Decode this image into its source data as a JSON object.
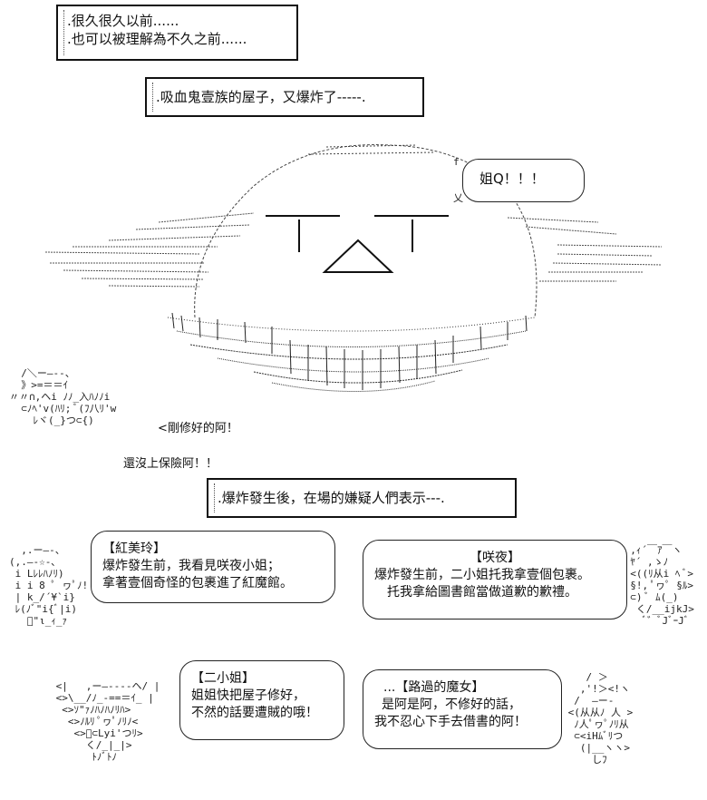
{
  "narration": {
    "intro_line1": ".很久很久以前......",
    "intro_line2": ".也可以被理解為不久之前......",
    "explosion": ".吸血鬼壹族的屋子，又爆炸了-----.",
    "aftermath": ".爆炸發生後，在場的嫌疑人們表示---."
  },
  "mansion": {
    "shout": "姐Q！！！",
    "shout_tail_top": "f",
    "shout_tail_bottom": "乂"
  },
  "cirno": {
    "line1": "<剛修好的阿！",
    "line2": "還沒上保險阿！！"
  },
  "meiling": {
    "speaker": "【紅美玲】",
    "line1": "爆炸發生前，我看見咲夜小姐；",
    "line2": "拿著壹個奇怪的包裹進了紅魔館。"
  },
  "sakuya": {
    "speaker": "【咲夜】",
    "line1": "爆炸發生前，二小姐托我拿壹個包裹。",
    "line2": "托我拿給圖書館當做道歉的歉禮。"
  },
  "flandre": {
    "speaker": "【二小姐】",
    "line1": "姐姐快把屋子修好，",
    "line2": "不然的話要遭賊的哦！"
  },
  "marisa": {
    "speaker": "...【路過的魔女】",
    "line1": "是阿是阿，不修好的話，",
    "line2": "我不忍心下手去借書的阿！"
  },
  "art": {
    "cirno_aa": "  /＼ー―‐-、\n  》>=＝＝ｲ\n〃〃∩,ヘi ﾉﾉ_入ﾊﾉﾉi\n  ⊂ﾉﾍ'v(ﾊﾘ; ﾞ(ﾌ八ﾘ'w\n    ﾚヾ(_}つ⊂{)",
    "meiling_aa": "  ,.ー―-、\n(,.―-☆-､\n i Lﾚﾚﾊﾉﾘ)\n i i 8 ﾟ ヮﾟﾉ!\n | k_/´¥`i}\n ﾚ(ﾉﾞ\"i{ﾞ|i)\n   ﾞ\"ι_ｨ_ｧ",
    "sakuya_aa": "  ,ｨ´￣ｱ￣ヽ\n  ﾔ´ ,ゝﾉ\n  <((ﾘ从i ﾍ ﾞ>\n  §!, ﾟヮﾟ §ﾙ>\n  ⊂) ﾞ ﾑ(_)\n   く/__ijkJ>\n    ﾞ゛ﾞJﾞｰJﾞ",
    "flandre_aa": " <|   ,ー―‐-‐‐ヘ/ |\n <>\\__/ﾉ_-==＝ｲ_ |\n  <>ｿ\"ｧﾉﾊﾉﾊﾉﾘﾊ>\n   <>ﾉﾙﾘ ﾟヮﾟﾉﾘﾉ<\n    <>ﾞ⊂Lyi'つﾘ>\n      く/_|_|>\n       ﾄﾉﾞﾄﾉ",
    "marisa_aa": "    / ＞\n   ,'!＞<!ヽ\n  /  ―ー‐\n <(从从ﾉ 人 >\n  ﾉ人ﾟヮﾟﾉﾘ从\n  ⊂<iHﾑﾞﾘつ\n   (|__ヽヽ>\n     しﾌ"
  }
}
